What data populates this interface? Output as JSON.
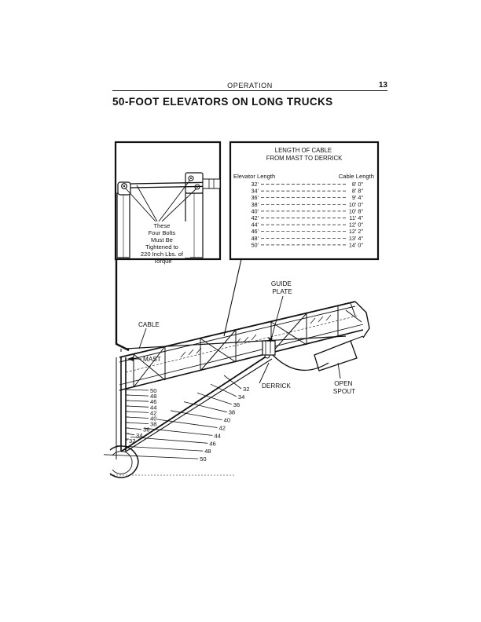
{
  "header": {
    "running_head": "OPERATION",
    "page_number": "13"
  },
  "title": "50-FOOT ELEVATORS ON LONG TRUCKS",
  "inset_bolts": {
    "note_lines": [
      "These",
      "Four Bolts",
      "Must Be",
      "Tightened to",
      "220 Inch Lbs. of",
      "Torque"
    ]
  },
  "cable_table": {
    "title_lines": [
      "LENGTH OF CABLE",
      "FROM MAST TO DERRICK"
    ],
    "col_elevator": "Elevator Length",
    "col_cable": "Cable Length",
    "rows": [
      {
        "elevator": "32'",
        "cable": "8' 0\""
      },
      {
        "elevator": "34'",
        "cable": "8' 8\""
      },
      {
        "elevator": "36'",
        "cable": "9' 4\""
      },
      {
        "elevator": "38'",
        "cable": "10' 0\""
      },
      {
        "elevator": "40'",
        "cable": "10' 8\""
      },
      {
        "elevator": "42'",
        "cable": "11' 4\""
      },
      {
        "elevator": "44'",
        "cable": "12' 0\""
      },
      {
        "elevator": "46'",
        "cable": "12' 2\""
      },
      {
        "elevator": "48'",
        "cable": "13' 4\""
      },
      {
        "elevator": "50'",
        "cable": "14' 0\""
      }
    ]
  },
  "callouts": {
    "guide_plate": [
      "GUIDE",
      "PLATE"
    ],
    "cable": "CABLE",
    "mast": "MAST",
    "derrick": "DERRICK",
    "open_spout": [
      "OPEN",
      "SPOUT"
    ]
  },
  "mast_positions": [
    "50",
    "48",
    "46",
    "44",
    "42",
    "40",
    "38",
    "36",
    "34",
    "32"
  ],
  "derrick_positions": [
    "32",
    "34",
    "36",
    "38",
    "40",
    "42",
    "44",
    "46",
    "48",
    "50"
  ]
}
